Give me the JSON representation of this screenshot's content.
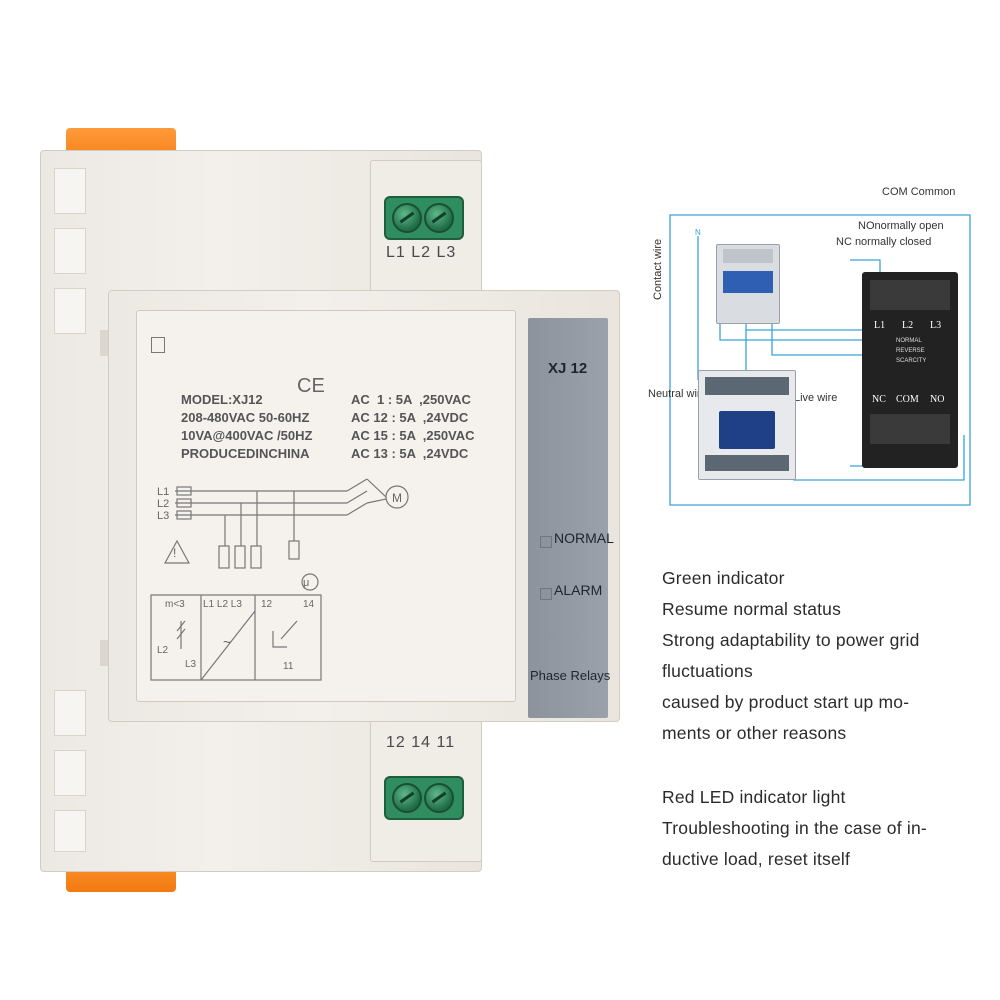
{
  "device": {
    "top_terminals": "L1 L2 L3",
    "bottom_terminals": "12 14 11",
    "model": "MODEL:XJ12",
    "ce": "CE",
    "voltage": "208-480VAC 50-60HZ",
    "power": "10VA@400VAC /50HZ",
    "origin": "PRODUCEDINCHINA",
    "ratings": [
      "AC  1 : 5A  ,250VAC",
      "AC 12 : 5A  ,24VDC",
      "AC 15 : 5A  ,250VAC",
      "AC 13 : 5A  ,24VDC"
    ],
    "schematic_labels": {
      "l1": "L1",
      "l2": "L2",
      "l3": "L3",
      "motor": "M",
      "m_less": "m<3",
      "phase_labels": "L1 L2 L3",
      "t12": "12",
      "t14": "14",
      "t11": "11",
      "l2b": "L2",
      "l3b": "L3",
      "mu": "μ",
      "tilde": "~"
    },
    "panel_title": "XJ 12",
    "led_normal": "NORMAL",
    "led_alarm": "ALARM",
    "panel_footer": "Phase Relays",
    "colors": {
      "orange_tab": "#f27a10",
      "terminal_green": "#2f8d60",
      "panel_grey": "#959ca5"
    }
  },
  "diagram": {
    "com_common": "COM Common",
    "no_label": "NOnormally open",
    "nc_label": "NC normally closed",
    "n_marker": "N",
    "contact_wire": "Contact wire",
    "neutral_wire": "Neutral wire",
    "live_wire": "Live wire",
    "relay_labels": {
      "l1": "L1",
      "l2": "L2",
      "l3": "L3",
      "nc": "NC",
      "com": "COM",
      "no": "NO"
    },
    "relay_status": [
      "NORMAL",
      "REVERSE",
      "SCARCITY"
    ],
    "wire_color": "#3aa3d8"
  },
  "features": {
    "block1": [
      "Green indicator",
      "Resume normal status",
      "Strong adaptability to power grid",
      "fluctuations",
      "caused by product start up mo-",
      "ments or other reasons"
    ],
    "block2": [
      "Red LED indicator light",
      "Troubleshooting in the case of in-",
      "ductive load, reset itself"
    ]
  }
}
